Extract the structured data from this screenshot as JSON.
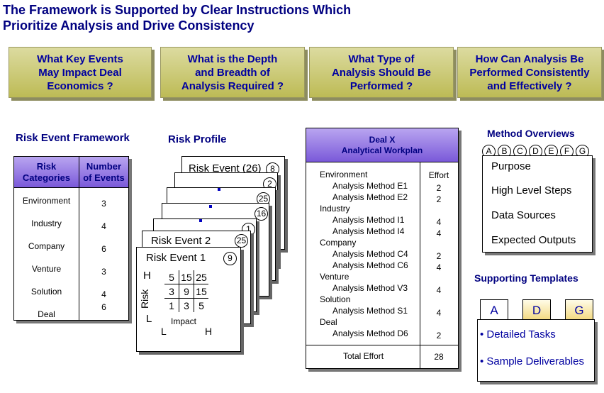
{
  "title_line1": "The Framework is Supported by Clear Instructions Which",
  "title_line2": "Prioritize Analysis and Drive Consistency",
  "questions": [
    "What Key Events\nMay Impact Deal\nEconomics ?",
    "What is the Depth\nand Breadth of\nAnalysis Required ?",
    "What Type of\nAnalysis Should Be\nPerformed ?",
    "How Can Analysis Be\nPerformed Consistently\nand Effectively ?"
  ],
  "risk_event_framework": {
    "title": "Risk Event Framework",
    "col1_header": "Risk\nCategories",
    "col2_header": "Number\nof Events",
    "rows": [
      {
        "category": "Environment",
        "count": "3"
      },
      {
        "category": "Industry",
        "count": "4"
      },
      {
        "category": "Company",
        "count": "6"
      },
      {
        "category": "Venture",
        "count": "3"
      },
      {
        "category": "Solution",
        "count": "4"
      },
      {
        "category": "Deal",
        "count": "6"
      }
    ]
  },
  "risk_profile": {
    "title": "Risk Profile",
    "top_card_label": "Risk Event (26)",
    "top_card_num": "8",
    "stack_nums": [
      "2",
      "25",
      "16",
      "1"
    ],
    "card2_label": "Risk Event 2",
    "card2_num": "25",
    "card1_label": "Risk Event 1",
    "card1_num": "9",
    "axis_h": "H",
    "axis_risk": "Risk",
    "axis_l": "L",
    "x_axis_l": "L",
    "x_axis_label": "Impact",
    "x_axis_h": "H",
    "grid": [
      [
        "5",
        "15",
        "25"
      ],
      [
        "3",
        "9",
        "15"
      ],
      [
        "1",
        "3",
        "5"
      ]
    ]
  },
  "workplan": {
    "header_line1": "Deal X",
    "header_line2": "Analytical Workplan",
    "effort_header": "Effort",
    "items": [
      {
        "label": "Environment",
        "indent": false,
        "effort": ""
      },
      {
        "label": "Analysis Method E1",
        "indent": true,
        "effort": "2"
      },
      {
        "label": "Analysis Method E2",
        "indent": true,
        "effort": "2"
      },
      {
        "label": "Industry",
        "indent": false,
        "effort": ""
      },
      {
        "label": "Analysis Method I1",
        "indent": true,
        "effort": "4"
      },
      {
        "label": "Analysis Method I4",
        "indent": true,
        "effort": "4"
      },
      {
        "label": "Company",
        "indent": false,
        "effort": ""
      },
      {
        "label": "Analysis Method C4",
        "indent": true,
        "effort": "2"
      },
      {
        "label": "Analysis Method C6",
        "indent": true,
        "effort": "4"
      },
      {
        "label": "Venture",
        "indent": false,
        "effort": ""
      },
      {
        "label": "Analysis Method V3",
        "indent": true,
        "effort": "4"
      },
      {
        "label": "Solution",
        "indent": false,
        "effort": ""
      },
      {
        "label": "Analysis Method S1",
        "indent": true,
        "effort": "4"
      },
      {
        "label": "Deal",
        "indent": false,
        "effort": ""
      },
      {
        "label": "Analysis Method D6",
        "indent": true,
        "effort": "2"
      }
    ],
    "total_label": "Total Effort",
    "total_value": "28"
  },
  "method_overviews": {
    "title": "Method Overviews",
    "letters": [
      "A",
      "B",
      "C",
      "D",
      "E",
      "F",
      "G"
    ],
    "lines": [
      "Purpose",
      "High Level Steps",
      "Data Sources",
      "Expected Outputs"
    ]
  },
  "supporting_templates": {
    "title": "Supporting Templates",
    "tabs": [
      "A",
      "D",
      "G"
    ],
    "lines": [
      "• Detailed Tasks",
      "• Sample Deliverables"
    ]
  }
}
